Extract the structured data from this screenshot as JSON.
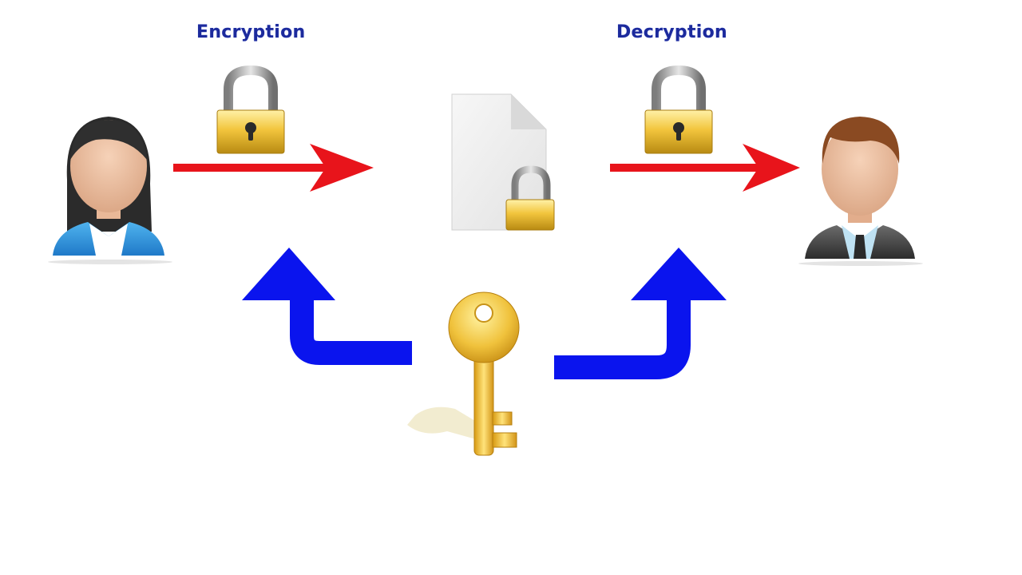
{
  "labels": {
    "encryption": "Encryption",
    "decryption": "Decryption"
  },
  "nodes": [
    {
      "id": "sender",
      "icon": "woman-avatar-icon"
    },
    {
      "id": "encrypted-file",
      "icon": "locked-document-icon"
    },
    {
      "id": "receiver",
      "icon": "man-avatar-icon"
    },
    {
      "id": "key",
      "icon": "golden-key-icon"
    }
  ],
  "edges": [
    {
      "from": "sender",
      "to": "encrypted-file",
      "color": "#e8141b"
    },
    {
      "from": "encrypted-file",
      "to": "receiver",
      "color": "#e8141b"
    },
    {
      "from": "key",
      "to": "sender",
      "color": "#0a14ee"
    },
    {
      "from": "key",
      "to": "receiver",
      "color": "#0a14ee"
    }
  ],
  "colors": {
    "title": "#1c2a9c",
    "flow_arrow": "#e8141b",
    "key_arrow": "#0a14ee",
    "lock_gold": "#f2c53d",
    "key_gold": "#f1c84a"
  }
}
